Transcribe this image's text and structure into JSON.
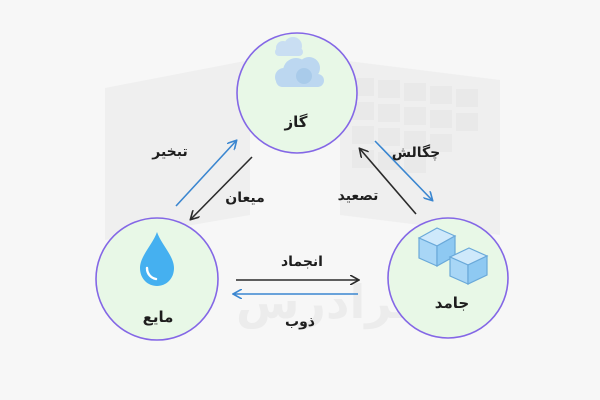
{
  "nodes": {
    "gas": {
      "label": "گاز",
      "icon": "cloud-icon"
    },
    "liquid": {
      "label": "مایع",
      "icon": "water-drop-icon"
    },
    "solid": {
      "label": "جامد",
      "icon": "ice-cubes-icon"
    }
  },
  "edges": {
    "evaporation": "تبخیر",
    "condensation_to_liquid": "میعان",
    "condensation_to_solid": "چگالش",
    "sublimation": "تصعید",
    "freezing": "انجماد",
    "melting": "ذوب"
  },
  "watermark": {
    "text": "فرادرس"
  },
  "colors": {
    "background": "#f7f7f7",
    "node_fill": "#e8f8e7",
    "node_stroke": "#8467e6",
    "arrow_blue": "#3a86d0",
    "arrow_black": "#2b2b2b",
    "watermark": "#ededed"
  }
}
